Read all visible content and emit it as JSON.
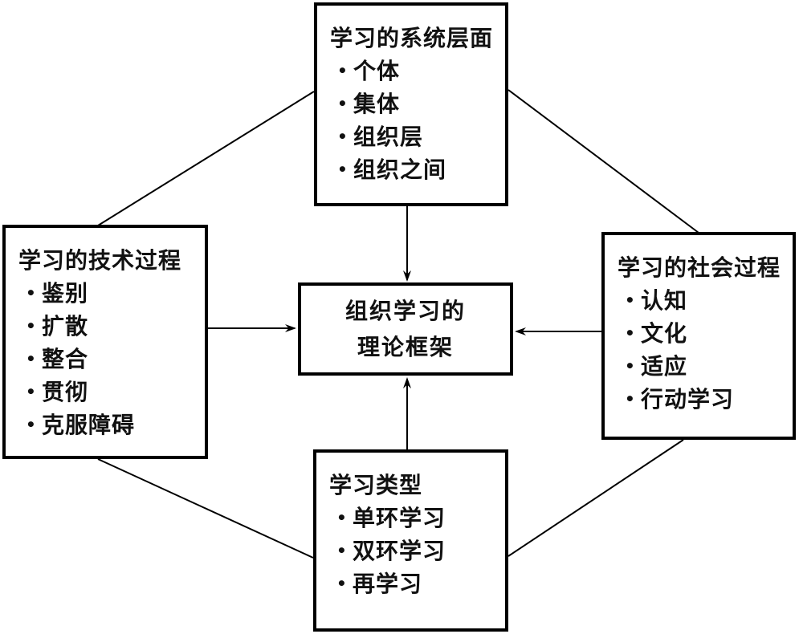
{
  "nodes": {
    "system_levels": {
      "title": "学习的系统层面",
      "items": [
        "个体",
        "集体",
        "组织层",
        "组织之间"
      ]
    },
    "technical_process": {
      "title": "学习的技术过程",
      "items": [
        "鉴别",
        "扩散",
        "整合",
        "贯彻",
        "克服障碍"
      ]
    },
    "social_process": {
      "title": "学习的社会过程",
      "items": [
        "认知",
        "文化",
        "适应",
        "行动学习"
      ]
    },
    "learning_types": {
      "title": "学习类型",
      "items": [
        "单环学习",
        "双环学习",
        "再学习"
      ]
    },
    "center": {
      "line1": "组织学习的",
      "line2": "理论框架"
    }
  },
  "bullet_glyph": "•",
  "colors": {
    "line": "#000000",
    "border": "#000000",
    "background": "#ffffff",
    "text": "#111111"
  }
}
